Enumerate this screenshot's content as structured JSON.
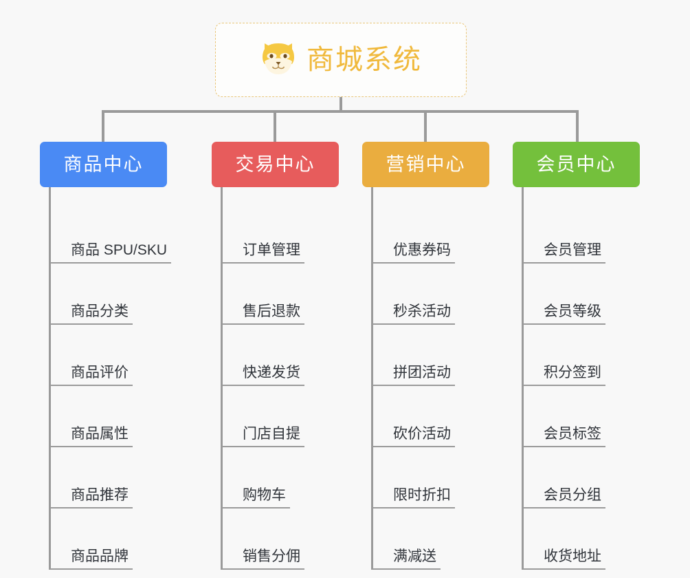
{
  "root": {
    "title": "商城系统",
    "icon": "shiba-dog-icon",
    "border_color": "#e9c578",
    "text_color": "#f0b93c",
    "background": "#fdfdfc"
  },
  "page": {
    "background": "#f8f8f8",
    "connector_color": "#9a9a9a"
  },
  "columns": [
    {
      "id": "product-center",
      "title": "商品中心",
      "color": "#4a8af4",
      "items": [
        "商品 SPU/SKU",
        "商品分类",
        "商品评价",
        "商品属性",
        "商品推荐",
        "商品品牌"
      ]
    },
    {
      "id": "trade-center",
      "title": "交易中心",
      "color": "#e75c5c",
      "items": [
        "订单管理",
        "售后退款",
        "快递发货",
        "门店自提",
        "购物车",
        "销售分佣"
      ]
    },
    {
      "id": "marketing-center",
      "title": "营销中心",
      "color": "#eaad3f",
      "items": [
        "优惠券码",
        "秒杀活动",
        "拼团活动",
        "砍价活动",
        "限时折扣",
        "满减送"
      ]
    },
    {
      "id": "member-center",
      "title": "会员中心",
      "color": "#74c03c",
      "items": [
        "会员管理",
        "会员等级",
        "积分签到",
        "会员标签",
        "会员分组",
        "收货地址"
      ]
    }
  ]
}
